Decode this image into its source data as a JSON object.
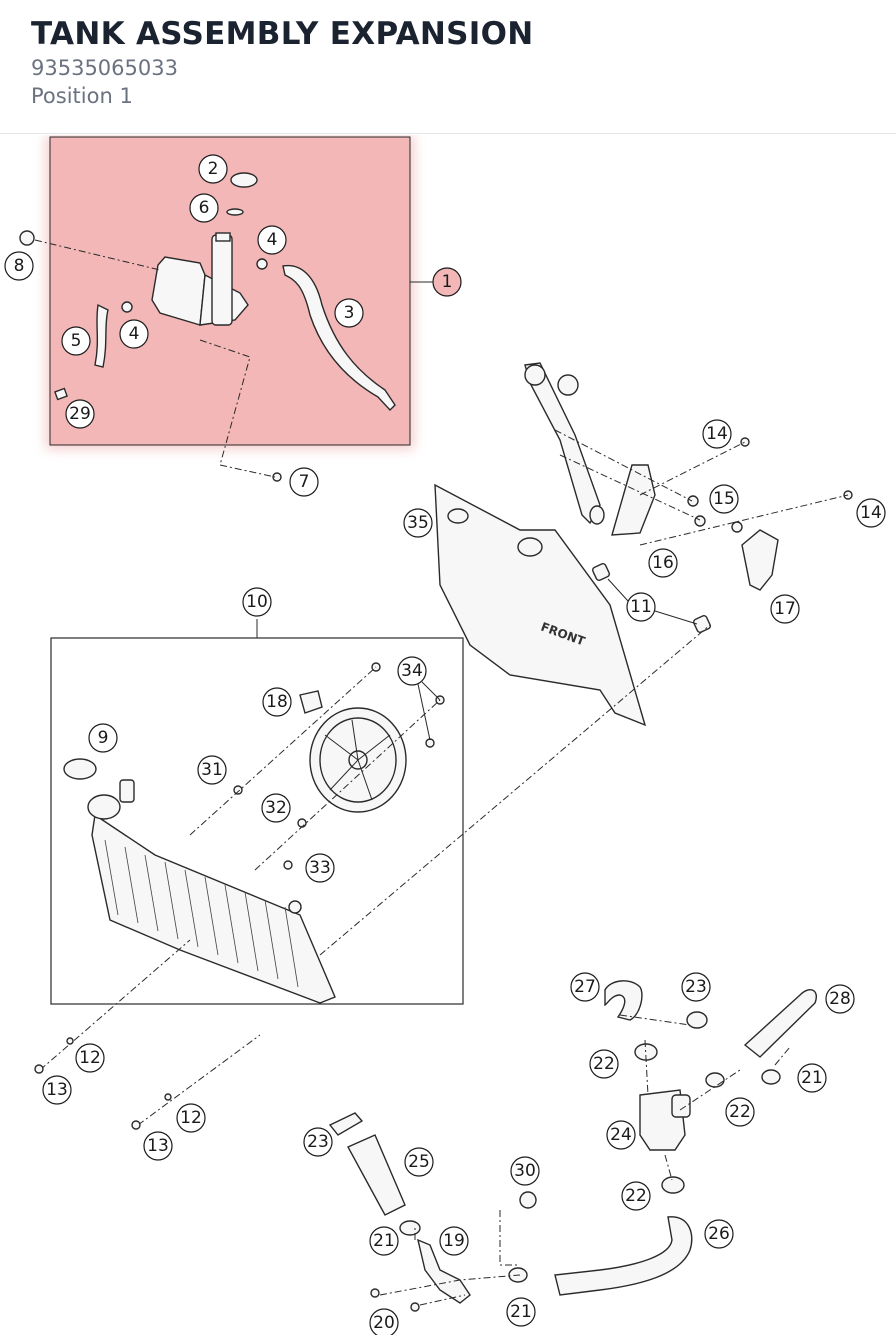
{
  "header": {
    "title": "TANK ASSEMBLY EXPANSION",
    "part_number": "93535065033",
    "position": "Position 1"
  },
  "colors": {
    "highlight": "#f3b7b7",
    "title": "#1b2330",
    "subtitle": "#6b7280"
  },
  "callouts": [
    "1",
    "2",
    "3",
    "4",
    "4",
    "5",
    "6",
    "7",
    "8",
    "29",
    "9",
    "10",
    "11",
    "12",
    "12",
    "13",
    "13",
    "14",
    "14",
    "15",
    "16",
    "17",
    "18",
    "19",
    "20",
    "21",
    "21",
    "21",
    "22",
    "22",
    "22",
    "23",
    "23",
    "24",
    "25",
    "26",
    "27",
    "28",
    "30",
    "31",
    "32",
    "33",
    "34",
    "35"
  ],
  "labels": {
    "front": "FRONT"
  }
}
